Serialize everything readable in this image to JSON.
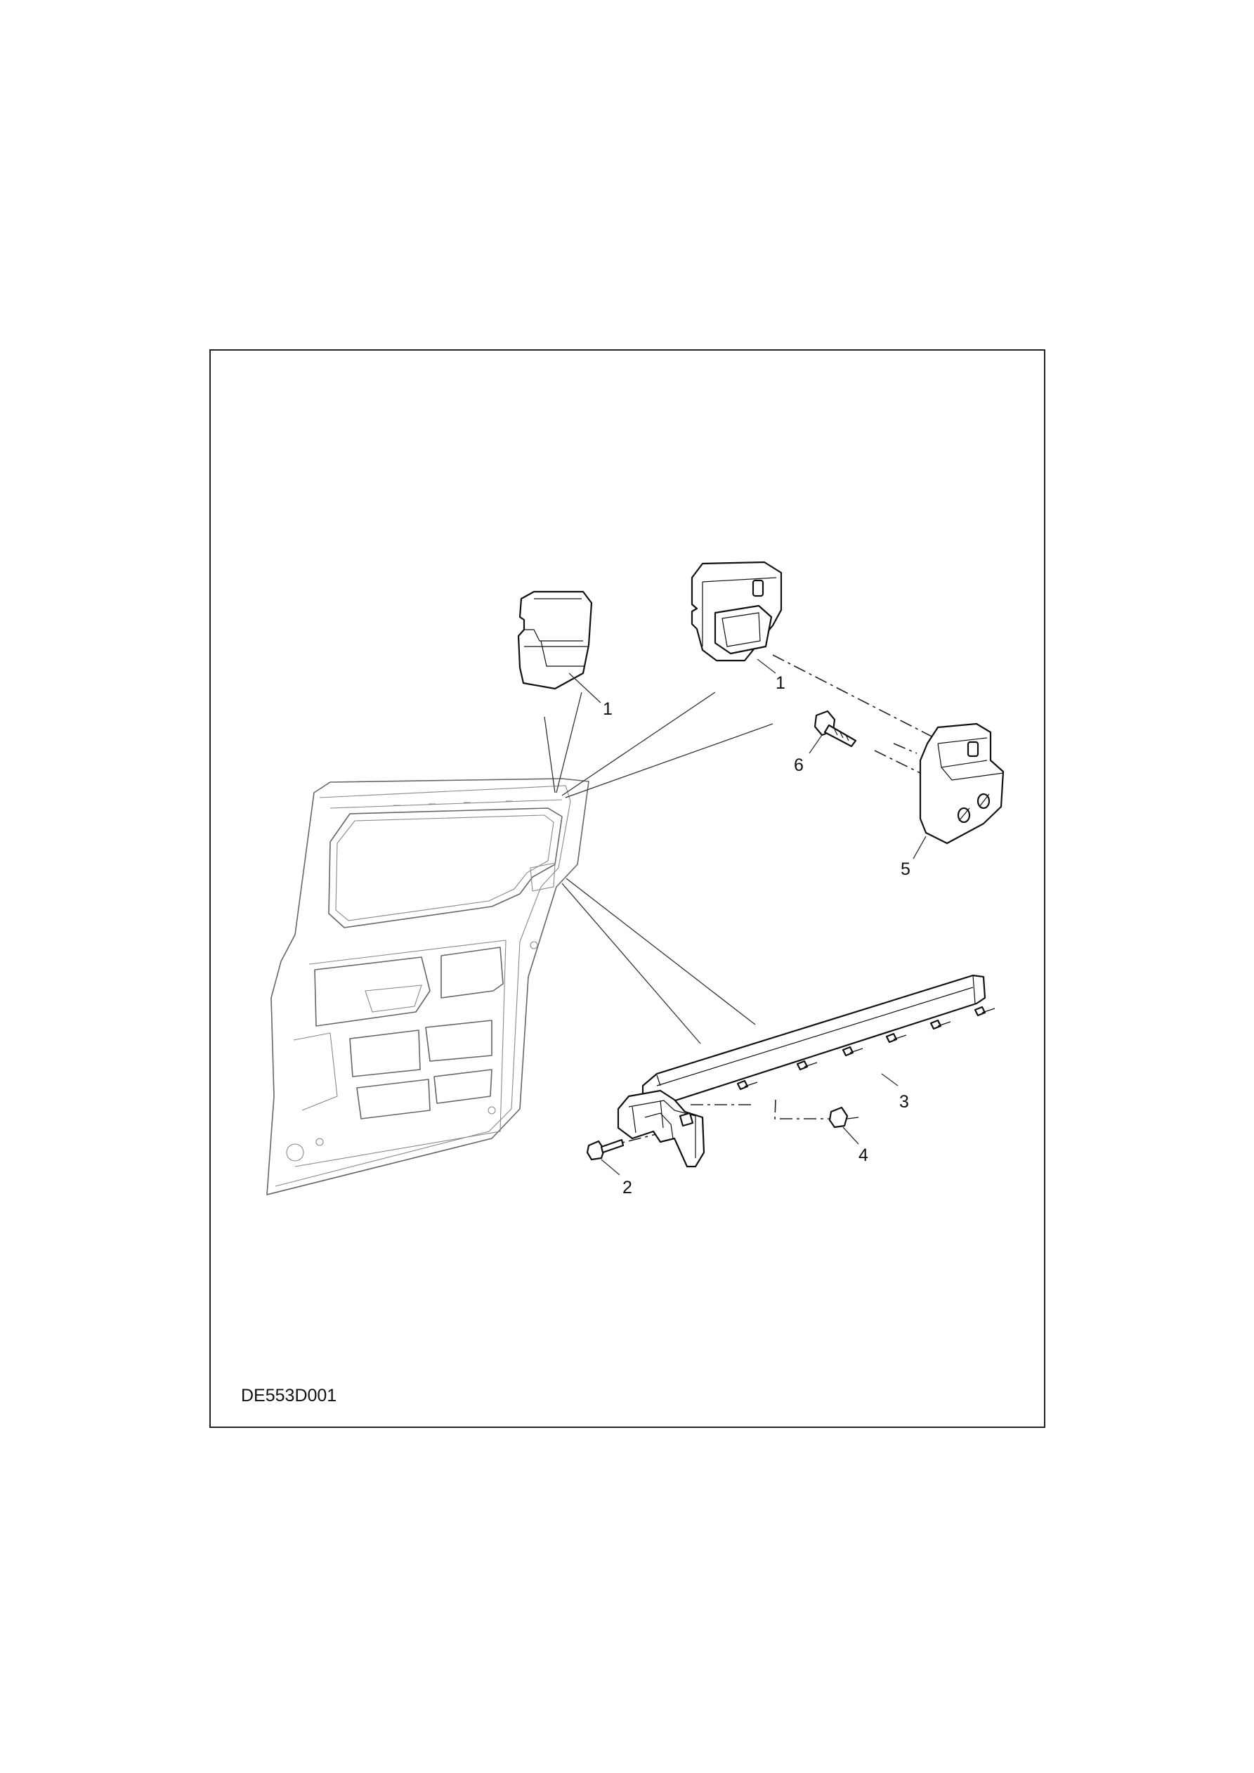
{
  "figure_id": "DE553D001",
  "callouts": {
    "c1a": "1",
    "c1b": "1",
    "c2": "2",
    "c3": "3",
    "c4": "4",
    "c5": "5",
    "c6": "6"
  }
}
